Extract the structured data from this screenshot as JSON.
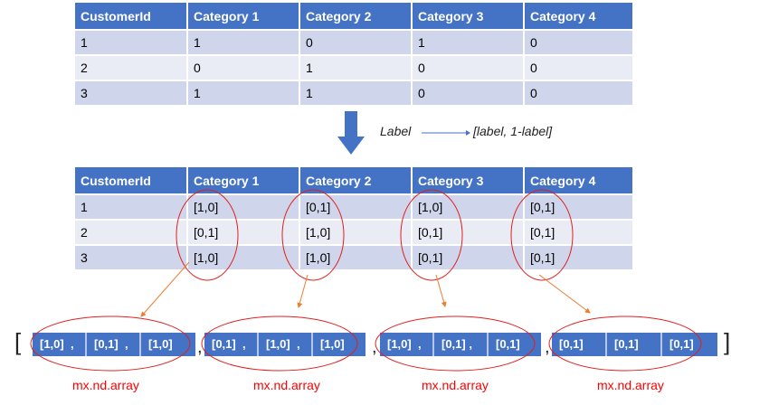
{
  "top_table": {
    "headers": [
      "CustomerId",
      "Category 1",
      "Category 2",
      "Category 3",
      "Category 4"
    ],
    "rows": [
      [
        "1",
        "1",
        "0",
        "1",
        "0"
      ],
      [
        "2",
        "0",
        "1",
        "0",
        "0"
      ],
      [
        "3",
        "1",
        "1",
        "0",
        "0"
      ]
    ]
  },
  "transform_legend": {
    "from": "Label",
    "to": "[label, 1-label]"
  },
  "bottom_table": {
    "headers": [
      "CustomerId",
      "Category 1",
      "Category 2",
      "Category 3",
      "Category 4"
    ],
    "rows": [
      [
        "1",
        "[1,0]",
        "[0,1]",
        "[1,0]",
        "[0,1]"
      ],
      [
        "2",
        "[0,1]",
        "[1,0]",
        "[0,1]",
        "[0,1]"
      ],
      [
        "3",
        "[1,0]",
        "[1,0]",
        "[0,1]",
        "[0,1]"
      ]
    ]
  },
  "array_list": {
    "open_bracket": "[",
    "close_bracket": "]",
    "separator": ",",
    "groups": [
      {
        "cells": [
          "[1,0]  ,",
          "[0,1]  ,",
          "[1,0]"
        ],
        "caption": "mx.nd.array"
      },
      {
        "cells": [
          "[0,1]  ,",
          "[1,0]  ,",
          "[1,0]"
        ],
        "caption": "mx.nd.array"
      },
      {
        "cells": [
          "[1,0]  ,",
          "[0,1] ,",
          "[0,1]"
        ],
        "caption": "mx.nd.array"
      },
      {
        "cells": [
          "[0,1]",
          "[0,1]",
          "[0,1]"
        ],
        "caption": "mx.nd.array"
      }
    ]
  },
  "colors": {
    "header_blue": "#4472c4",
    "row_odd": "#cfd5ea",
    "row_even": "#e9ebf5",
    "ellipse_red": "#e0201e",
    "pointer_orange": "#ed7d31",
    "caption_red": "#ff0000"
  }
}
